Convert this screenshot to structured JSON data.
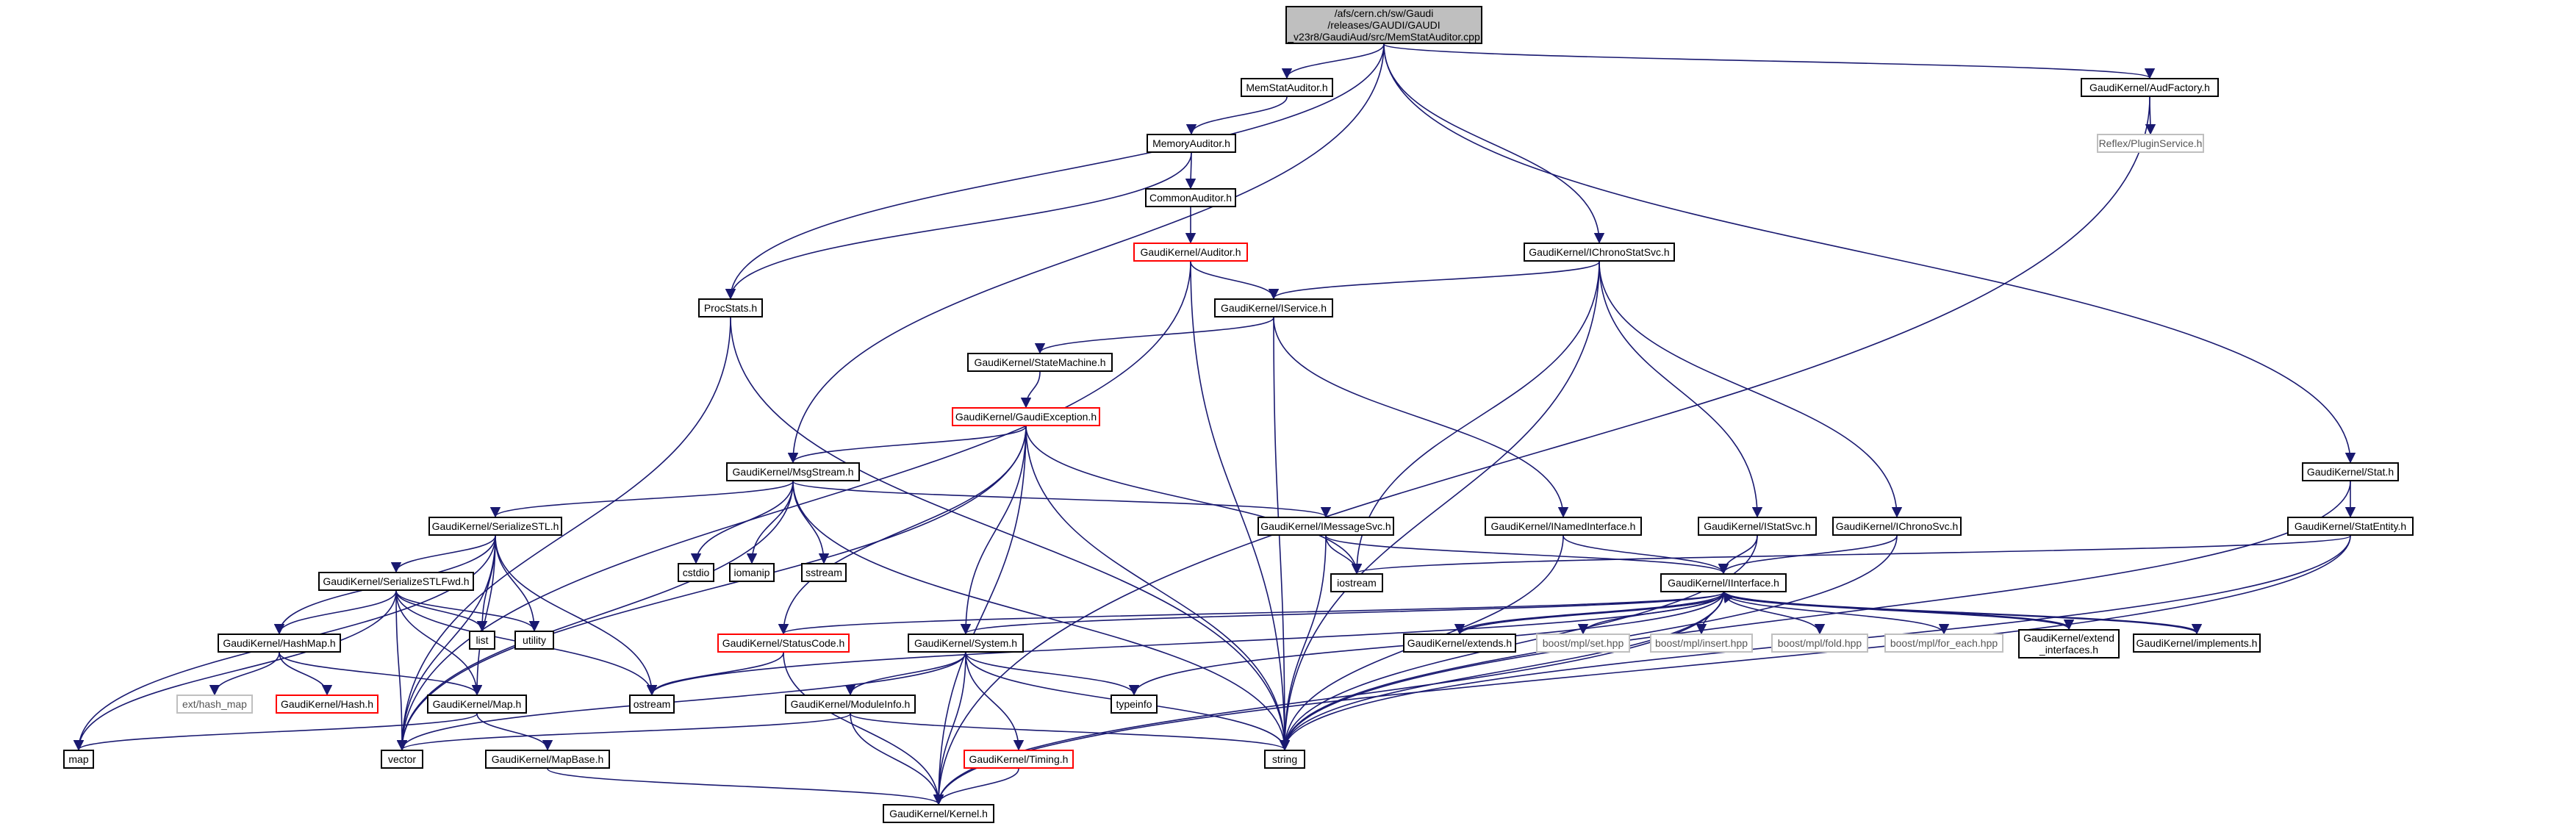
{
  "diagram": {
    "colors": {
      "edge": "#191970",
      "root_fill": "#bfbfbf",
      "normal_border": "#000000",
      "incomplete_border": "#ff0000",
      "external_border": "#bfbfbf"
    },
    "nodes": [
      {
        "id": "root",
        "label": "/afs/cern.ch/sw/Gaudi\n/releases/GAUDI/GAUDI\n_v23r8/GaudiAud/src/MemStatAuditor.cpp",
        "kind": "root"
      },
      {
        "id": "memstatauditor",
        "label": "MemStatAuditor.h",
        "kind": "normal"
      },
      {
        "id": "audfactory",
        "label": "GaudiKernel/AudFactory.h",
        "kind": "normal"
      },
      {
        "id": "pluginservice",
        "label": "Reflex/PluginService.h",
        "kind": "external"
      },
      {
        "id": "memoryauditor",
        "label": "MemoryAuditor.h",
        "kind": "normal"
      },
      {
        "id": "commonauditor",
        "label": "CommonAuditor.h",
        "kind": "normal"
      },
      {
        "id": "auditor",
        "label": "GaudiKernel/Auditor.h",
        "kind": "incomplete"
      },
      {
        "id": "ichronostatsvc",
        "label": "GaudiKernel/IChronoStatSvc.h",
        "kind": "normal"
      },
      {
        "id": "procstats",
        "label": "ProcStats.h",
        "kind": "normal"
      },
      {
        "id": "iservice",
        "label": "GaudiKernel/IService.h",
        "kind": "normal"
      },
      {
        "id": "statemachine",
        "label": "GaudiKernel/StateMachine.h",
        "kind": "normal"
      },
      {
        "id": "gaudiexception",
        "label": "GaudiKernel/GaudiException.h",
        "kind": "incomplete"
      },
      {
        "id": "stat",
        "label": "GaudiKernel/Stat.h",
        "kind": "normal"
      },
      {
        "id": "msgstream",
        "label": "GaudiKernel/MsgStream.h",
        "kind": "normal"
      },
      {
        "id": "statentity",
        "label": "GaudiKernel/StatEntity.h",
        "kind": "normal"
      },
      {
        "id": "serializestl",
        "label": "GaudiKernel/SerializeSTL.h",
        "kind": "normal"
      },
      {
        "id": "cstdio",
        "label": "cstdio",
        "kind": "normal"
      },
      {
        "id": "iomanip",
        "label": "iomanip",
        "kind": "normal"
      },
      {
        "id": "sstream",
        "label": "sstream",
        "kind": "normal"
      },
      {
        "id": "imessagesvc",
        "label": "GaudiKernel/IMessageSvc.h",
        "kind": "normal"
      },
      {
        "id": "inamedinterface",
        "label": "GaudiKernel/INamedInterface.h",
        "kind": "normal"
      },
      {
        "id": "istatsvc",
        "label": "GaudiKernel/IStatSvc.h",
        "kind": "normal"
      },
      {
        "id": "ichronosvc",
        "label": "GaudiKernel/IChronoSvc.h",
        "kind": "normal"
      },
      {
        "id": "iostream",
        "label": "iostream",
        "kind": "normal"
      },
      {
        "id": "serializestlfwd",
        "label": "GaudiKernel/SerializeSTLFwd.h",
        "kind": "normal"
      },
      {
        "id": "iinterface",
        "label": "GaudiKernel/IInterface.h",
        "kind": "normal"
      },
      {
        "id": "list",
        "label": "list",
        "kind": "normal"
      },
      {
        "id": "utility",
        "label": "utility",
        "kind": "normal"
      },
      {
        "id": "hashmap",
        "label": "GaudiKernel/HashMap.h",
        "kind": "normal"
      },
      {
        "id": "statuscode",
        "label": "GaudiKernel/StatusCode.h",
        "kind": "incomplete"
      },
      {
        "id": "system",
        "label": "GaudiKernel/System.h",
        "kind": "normal"
      },
      {
        "id": "extends",
        "label": "GaudiKernel/extends.h",
        "kind": "normal"
      },
      {
        "id": "mplset",
        "label": "boost/mpl/set.hpp",
        "kind": "external"
      },
      {
        "id": "mplinsert",
        "label": "boost/mpl/insert.hpp",
        "kind": "external"
      },
      {
        "id": "mplfold",
        "label": "boost/mpl/fold.hpp",
        "kind": "external"
      },
      {
        "id": "mplforeach",
        "label": "boost/mpl/for_each.hpp",
        "kind": "external"
      },
      {
        "id": "extendinterfaces",
        "label": "GaudiKernel/extend\n_interfaces.h",
        "kind": "normal"
      },
      {
        "id": "implements",
        "label": "GaudiKernel/implements.h",
        "kind": "normal"
      },
      {
        "id": "exthashmap",
        "label": "ext/hash_map",
        "kind": "external"
      },
      {
        "id": "hash",
        "label": "GaudiKernel/Hash.h",
        "kind": "incomplete"
      },
      {
        "id": "map_h",
        "label": "GaudiKernel/Map.h",
        "kind": "normal"
      },
      {
        "id": "ostream",
        "label": "ostream",
        "kind": "normal"
      },
      {
        "id": "typeinfo",
        "label": "typeinfo",
        "kind": "normal"
      },
      {
        "id": "moduleinfo",
        "label": "GaudiKernel/ModuleInfo.h",
        "kind": "normal"
      },
      {
        "id": "map",
        "label": "map",
        "kind": "normal"
      },
      {
        "id": "vector",
        "label": "vector",
        "kind": "normal"
      },
      {
        "id": "mapbase",
        "label": "GaudiKernel/MapBase.h",
        "kind": "normal"
      },
      {
        "id": "timing",
        "label": "GaudiKernel/Timing.h",
        "kind": "incomplete"
      },
      {
        "id": "string",
        "label": "string",
        "kind": "normal"
      },
      {
        "id": "kernel",
        "label": "GaudiKernel/Kernel.h",
        "kind": "normal"
      }
    ],
    "edges": [
      [
        "root",
        "memstatauditor"
      ],
      [
        "root",
        "audfactory"
      ],
      [
        "root",
        "ichronostatsvc"
      ],
      [
        "root",
        "procstats"
      ],
      [
        "root",
        "msgstream"
      ],
      [
        "root",
        "stat"
      ],
      [
        "memstatauditor",
        "memoryauditor"
      ],
      [
        "audfactory",
        "pluginservice"
      ],
      [
        "audfactory",
        "kernel"
      ],
      [
        "memoryauditor",
        "commonauditor"
      ],
      [
        "memoryauditor",
        "procstats"
      ],
      [
        "commonauditor",
        "auditor"
      ],
      [
        "auditor",
        "iservice"
      ],
      [
        "auditor",
        "string"
      ],
      [
        "auditor",
        "vector"
      ],
      [
        "ichronostatsvc",
        "iservice"
      ],
      [
        "ichronostatsvc",
        "iostream"
      ],
      [
        "ichronostatsvc",
        "string"
      ],
      [
        "ichronostatsvc",
        "istatsvc"
      ],
      [
        "ichronostatsvc",
        "ichronosvc"
      ],
      [
        "procstats",
        "string"
      ],
      [
        "procstats",
        "vector"
      ],
      [
        "iservice",
        "statemachine"
      ],
      [
        "iservice",
        "inamedinterface"
      ],
      [
        "iservice",
        "string"
      ],
      [
        "statemachine",
        "gaudiexception"
      ],
      [
        "gaudiexception",
        "msgstream"
      ],
      [
        "gaudiexception",
        "iostream"
      ],
      [
        "gaudiexception",
        "statuscode"
      ],
      [
        "gaudiexception",
        "system"
      ],
      [
        "gaudiexception",
        "string"
      ],
      [
        "gaudiexception",
        "kernel"
      ],
      [
        "gaudiexception",
        "vector"
      ],
      [
        "stat",
        "statentity"
      ],
      [
        "stat",
        "string"
      ],
      [
        "statentity",
        "iostream"
      ],
      [
        "statentity",
        "string"
      ],
      [
        "statentity",
        "kernel"
      ],
      [
        "msgstream",
        "serializestl"
      ],
      [
        "msgstream",
        "cstdio"
      ],
      [
        "msgstream",
        "iomanip"
      ],
      [
        "msgstream",
        "sstream"
      ],
      [
        "msgstream",
        "imessagesvc"
      ],
      [
        "msgstream",
        "string"
      ],
      [
        "msgstream",
        "vector"
      ],
      [
        "serializestl",
        "serializestlfwd"
      ],
      [
        "serializestl",
        "list"
      ],
      [
        "serializestl",
        "utility"
      ],
      [
        "serializestl",
        "hashmap"
      ],
      [
        "serializestl",
        "map_h"
      ],
      [
        "serializestl",
        "ostream"
      ],
      [
        "serializestl",
        "map"
      ],
      [
        "serializestl",
        "vector"
      ],
      [
        "imessagesvc",
        "iostream"
      ],
      [
        "imessagesvc",
        "iinterface"
      ],
      [
        "imessagesvc",
        "string"
      ],
      [
        "inamedinterface",
        "iinterface"
      ],
      [
        "inamedinterface",
        "string"
      ],
      [
        "istatsvc",
        "iinterface"
      ],
      [
        "istatsvc",
        "string"
      ],
      [
        "ichronosvc",
        "iinterface"
      ],
      [
        "ichronosvc",
        "string"
      ],
      [
        "serializestlfwd",
        "hashmap"
      ],
      [
        "serializestlfwd",
        "list"
      ],
      [
        "serializestlfwd",
        "utility"
      ],
      [
        "serializestlfwd",
        "map_h"
      ],
      [
        "serializestlfwd",
        "ostream"
      ],
      [
        "serializestlfwd",
        "map"
      ],
      [
        "serializestlfwd",
        "vector"
      ],
      [
        "iinterface",
        "statuscode"
      ],
      [
        "iinterface",
        "system"
      ],
      [
        "iinterface",
        "extends"
      ],
      [
        "iinterface",
        "mplset"
      ],
      [
        "iinterface",
        "mplinsert"
      ],
      [
        "iinterface",
        "mplfold"
      ],
      [
        "iinterface",
        "mplforeach"
      ],
      [
        "iinterface",
        "extendinterfaces"
      ],
      [
        "iinterface",
        "implements"
      ],
      [
        "iinterface",
        "ostream"
      ],
      [
        "iinterface",
        "typeinfo"
      ],
      [
        "iinterface",
        "kernel"
      ],
      [
        "iinterface",
        "string"
      ],
      [
        "extends",
        "iinterface"
      ],
      [
        "extendinterfaces",
        "iinterface"
      ],
      [
        "implements",
        "iinterface"
      ],
      [
        "hashmap",
        "exthashmap"
      ],
      [
        "hashmap",
        "hash"
      ],
      [
        "hashmap",
        "map_h"
      ],
      [
        "statuscode",
        "ostream"
      ],
      [
        "statuscode",
        "kernel"
      ],
      [
        "system",
        "moduleinfo"
      ],
      [
        "system",
        "timing"
      ],
      [
        "system",
        "typeinfo"
      ],
      [
        "system",
        "string"
      ],
      [
        "system",
        "kernel"
      ],
      [
        "system",
        "vector"
      ],
      [
        "moduleinfo",
        "string"
      ],
      [
        "moduleinfo",
        "vector"
      ],
      [
        "moduleinfo",
        "kernel"
      ],
      [
        "map_h",
        "mapbase"
      ],
      [
        "map_h",
        "map"
      ],
      [
        "mapbase",
        "kernel"
      ],
      [
        "timing",
        "kernel"
      ]
    ]
  }
}
